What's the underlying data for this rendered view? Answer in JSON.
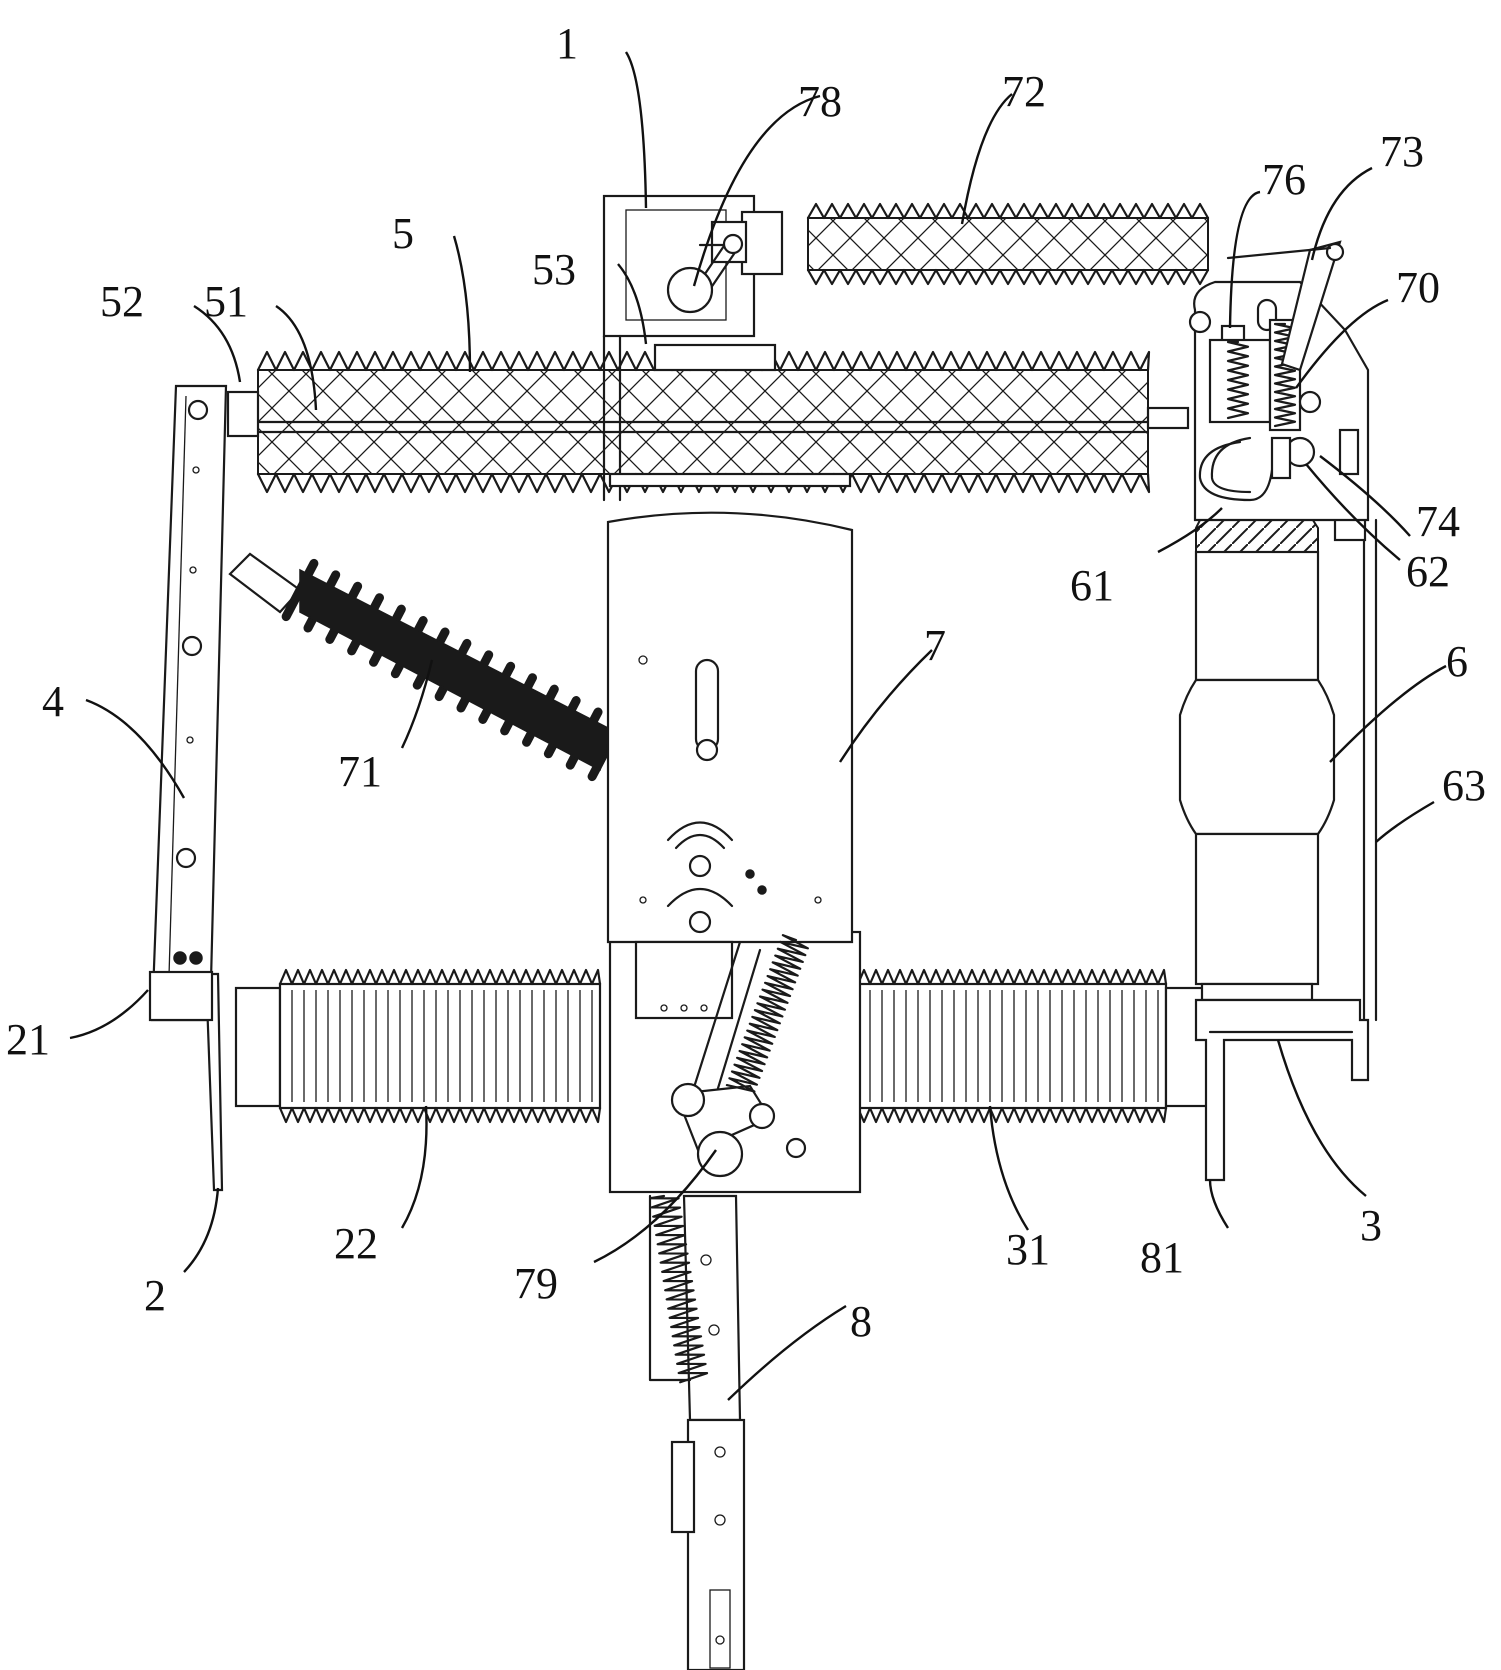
{
  "labels": [
    {
      "id": "1",
      "text": "1"
    },
    {
      "id": "78",
      "text": "78"
    },
    {
      "id": "72",
      "text": "72"
    },
    {
      "id": "76",
      "text": "76"
    },
    {
      "id": "73",
      "text": "73"
    },
    {
      "id": "5",
      "text": "5"
    },
    {
      "id": "53",
      "text": "53"
    },
    {
      "id": "70",
      "text": "70"
    },
    {
      "id": "52",
      "text": "52"
    },
    {
      "id": "51",
      "text": "51"
    },
    {
      "id": "74",
      "text": "74"
    },
    {
      "id": "61",
      "text": "61"
    },
    {
      "id": "62",
      "text": "62"
    },
    {
      "id": "7",
      "text": "7"
    },
    {
      "id": "6",
      "text": "6"
    },
    {
      "id": "4",
      "text": "4"
    },
    {
      "id": "71",
      "text": "71"
    },
    {
      "id": "63",
      "text": "63"
    },
    {
      "id": "21",
      "text": "21"
    },
    {
      "id": "22",
      "text": "22"
    },
    {
      "id": "31",
      "text": "31"
    },
    {
      "id": "81",
      "text": "81"
    },
    {
      "id": "3",
      "text": "3"
    },
    {
      "id": "2",
      "text": "2"
    },
    {
      "id": "79",
      "text": "79"
    },
    {
      "id": "8",
      "text": "8"
    }
  ]
}
